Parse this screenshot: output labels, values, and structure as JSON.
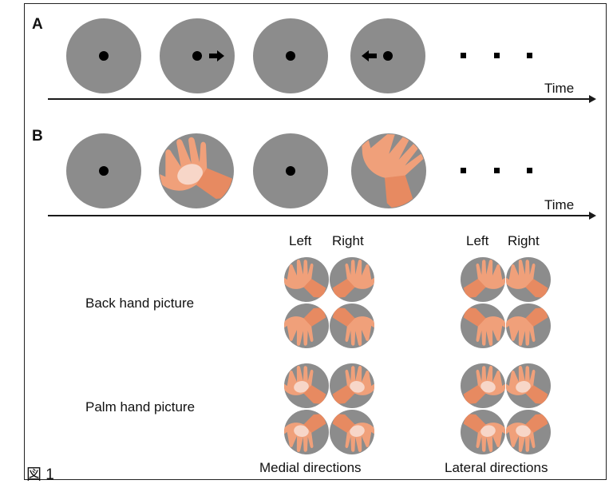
{
  "panels": {
    "a": {
      "label": "A",
      "time_label": "Time"
    },
    "b": {
      "label": "B",
      "time_label": "Time"
    }
  },
  "ellipsis": "...",
  "grid": {
    "medial": {
      "left_label": "Left",
      "right_label": "Right",
      "direction_label": "Medial directions"
    },
    "lateral": {
      "left_label": "Left",
      "right_label": "Right",
      "direction_label": "Lateral directions"
    },
    "back_row_label": "Back hand picture",
    "palm_row_label": "Palm hand picture"
  },
  "figure_label": "図 1",
  "colors": {
    "disk": "#8c8c8c",
    "fixation": "#000000",
    "skin": "#f0a07a",
    "palm": "#f6d2c4",
    "axis": "#1a1a1a"
  },
  "icons": {
    "arrow_right": "right-arrow-icon",
    "arrow_left": "left-arrow-icon",
    "hand": "hand-icon"
  }
}
